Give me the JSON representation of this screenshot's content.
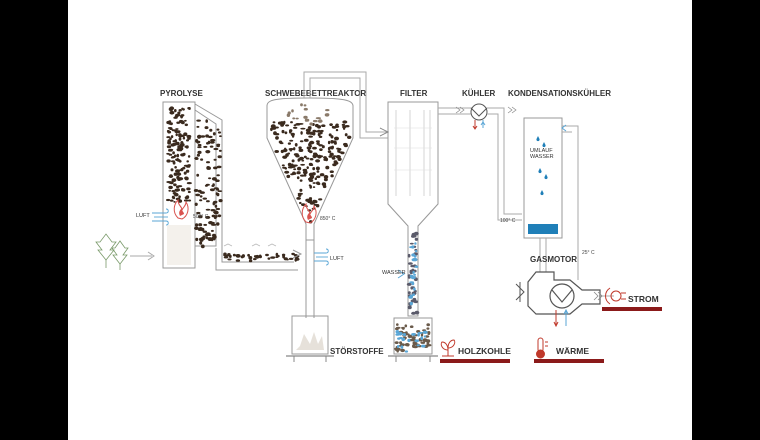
{
  "labels": {
    "pyrolyse": "PYROLYSE",
    "schwebebettreaktor": "SCHWEBEBETTREAKTOR",
    "filter": "FILTER",
    "kuehler": "KÜHLER",
    "kondensationskuehler": "KONDENSATIONSKÜHLER",
    "gasmotor": "GASMOTOR",
    "stoerstoffe": "STÖRSTOFFE"
  },
  "annotations": {
    "luft_1": "LUFT",
    "luft_2": "LUFT",
    "temp_pyrolyse": "500° C",
    "temp_reaktor": "850° C",
    "temp_kuehler": "100° C",
    "temp_gasmotor": "25° C",
    "umlauf": "UMLAUF",
    "wasser_umlauf": "WASSER",
    "wasser_filter": "WASSER"
  },
  "outputs": {
    "holzkohle": "HOLZKOHLE",
    "waerme": "WÄRME",
    "strom": "STROM"
  },
  "colors": {
    "accent": "#8b1a1a",
    "flame": "#d9534f",
    "air": "#5aa6d6",
    "coolant": "#1f7fb8",
    "lines": "#999999",
    "pellets": "#3a2a1e"
  },
  "icons": [
    "tree-icon",
    "flame-icon",
    "air-icon",
    "heat-exchanger-icon",
    "sprout-icon",
    "thermometer-icon",
    "plug-icon"
  ]
}
